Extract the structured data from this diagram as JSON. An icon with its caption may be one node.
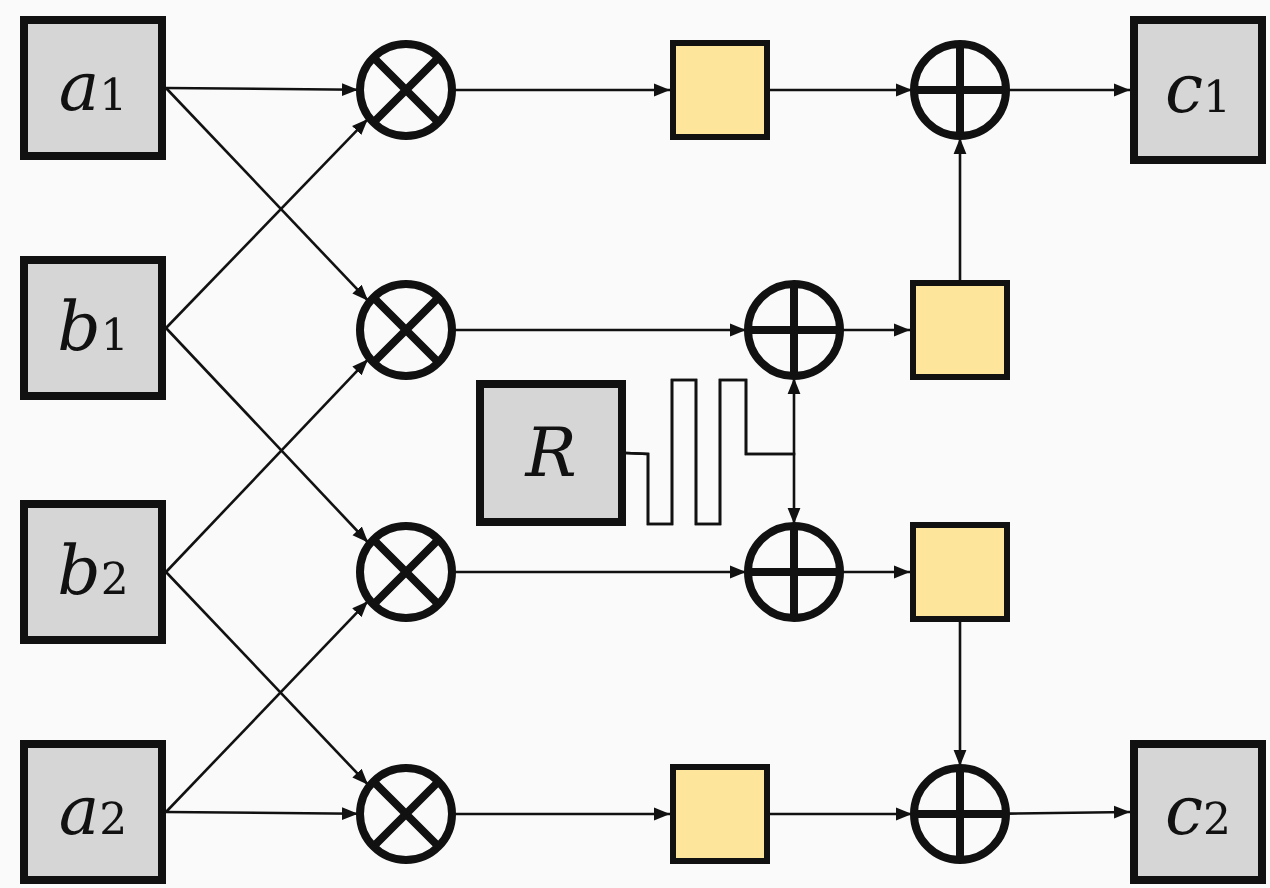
{
  "diagram": {
    "nodes": [
      {
        "text": [
          "*a*$_{1}$"
        ]
      },
      {
        "text": [],
        "shape": "circle"
      },
      {
        "text": [],
        "shape": "box"
      },
      {
        "text": [],
        "shape": "circle"
      },
      {
        "text": [
          "*c*$_{1}$"
        ]
      },
      {
        "text": [
          "*b*$_{1}$"
        ]
      },
      {
        "text": [],
        "shape": "circle"
      },
      {
        "text": [],
        "shape": "circle"
      },
      {
        "text": [],
        "shape": "box"
      },
      {
        "text": [
          "*R*"
        ]
      },
      {
        "text": [
          "*b*$_{2}$"
        ]
      },
      {
        "text": [],
        "shape": "circle"
      },
      {
        "text": [],
        "shape": "circle"
      },
      {
        "text": [],
        "shape": "box"
      },
      {
        "text": [
          "*a*$_{2}$"
        ]
      },
      {
        "text": [],
        "shape": "circle"
      },
      {
        "text": [],
        "shape": "box"
      },
      {
        "text": [],
        "shape": "circle"
      },
      {
        "text": [
          "*c*$_{2}$"
        ]
      }
    ],
    "edges": [
      {
        "from": 0,
        "to": 1,
        "arrow": "to"
      },
      {
        "from": 0,
        "to": 6,
        "arrow": "to"
      },
      {
        "from": 5,
        "to": 1,
        "arrow": "to"
      },
      {
        "from": 5,
        "to": 11,
        "arrow": "to"
      },
      {
        "from": 10,
        "to": 6,
        "arrow": "to"
      },
      {
        "from": 10,
        "to": 15,
        "arrow": "to"
      },
      {
        "from": 14,
        "to": 11,
        "arrow": "to"
      },
      {
        "from": 14,
        "to": 15,
        "arrow": "to"
      },
      {
        "from": 1,
        "to": 2,
        "arrow": "to"
      },
      {
        "from": 2,
        "to": 3,
        "arrow": "to"
      },
      {
        "from": 3,
        "to": 4,
        "arrow": "to"
      },
      {
        "from": 6,
        "to": 7,
        "arrow": "to"
      },
      {
        "from": 7,
        "to": 8,
        "arrow": "to"
      },
      {
        "from": 8,
        "to": 3,
        "arrow": "to"
      },
      {
        "from": 9,
        "to": 7,
        "arrow": "to"
      },
      {
        "from": 9,
        "to": 12,
        "arrow": "to"
      },
      {
        "from": 11,
        "to": 12,
        "arrow": "to"
      },
      {
        "from": 12,
        "to": 13,
        "arrow": "to"
      },
      {
        "from": 13,
        "to": 17,
        "arrow": "to"
      },
      {
        "from": 15,
        "to": 16,
        "arrow": "to"
      },
      {
        "from": 16,
        "to": 17,
        "arrow": "to"
      },
      {
        "from": 17,
        "to": 18,
        "arrow": "to"
      }
    ]
  }
}
